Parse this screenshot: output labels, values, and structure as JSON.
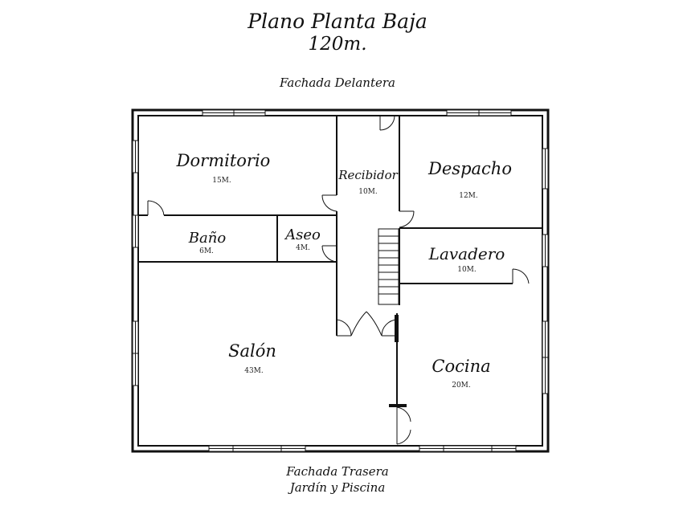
{
  "header": {
    "title": "Plano Planta Baja",
    "area": "120m.",
    "front_label": "Fachada Delantera"
  },
  "footer": {
    "back_label_1": "Fachada Trasera",
    "back_label_2": "Jardín y Piscina"
  },
  "rooms": {
    "dormitorio": {
      "name": "Dormitorio",
      "area": "15M."
    },
    "recibidor": {
      "name": "Recibidor",
      "area": "10M."
    },
    "despacho": {
      "name": "Despacho",
      "area": "12M."
    },
    "bano": {
      "name": "Baño",
      "area": "6M."
    },
    "aseo": {
      "name": "Aseo",
      "area": "4M."
    },
    "lavadero": {
      "name": "Lavadero",
      "area": "10M."
    },
    "salon": {
      "name": "Salón",
      "area": "43M."
    },
    "cocina": {
      "name": "Cocina",
      "area": "20M."
    }
  }
}
